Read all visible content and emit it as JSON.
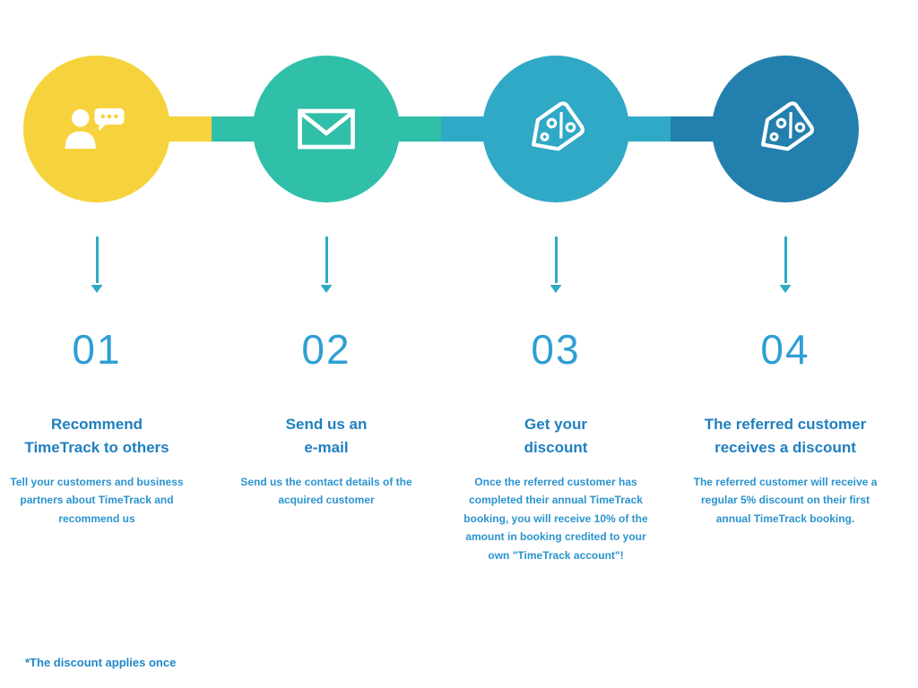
{
  "theme": {
    "pointer_color": "#2FA9C6",
    "number_color": "#2E9FD4",
    "title_color": "#1F7FC0",
    "body_color": "#2B93CF",
    "background": "#FFFFFF"
  },
  "steps": [
    {
      "number": "01",
      "title": "Recommend\nTimeTrack to others",
      "body": "Tell your customers and business partners about TimeTrack and recommend us",
      "circle_color": "#F6D33C",
      "icon": "person-chat-icon"
    },
    {
      "number": "02",
      "title": "Send us an\ne-mail",
      "body": "Send us the contact details of the acquired customer",
      "circle_color": "#30BFA8",
      "icon": "envelope-icon"
    },
    {
      "number": "03",
      "title": "Get your\ndiscount",
      "body": "Once the referred customer has completed their annual TimeTrack booking, you will receive 10% of the amount in booking credited to your own \"TimeTrack account\"!",
      "circle_color": "#2FA9C6",
      "icon": "discount-tag-icon"
    },
    {
      "number": "04",
      "title": "The referred customer\nreceives a discount",
      "body": "The referred customer will receive a regular 5% discount on their first annual TimeTrack booking.",
      "circle_color": "#2380AE",
      "icon": "discount-tag-icon"
    }
  ],
  "connectors": [
    {
      "left": "#F6D33C",
      "right": "#30BFA8"
    },
    {
      "left": "#30BFA8",
      "right": "#2FA9C6"
    },
    {
      "left": "#2FA9C6",
      "right": "#2380AE"
    }
  ],
  "footnote": "*The discount applies once"
}
